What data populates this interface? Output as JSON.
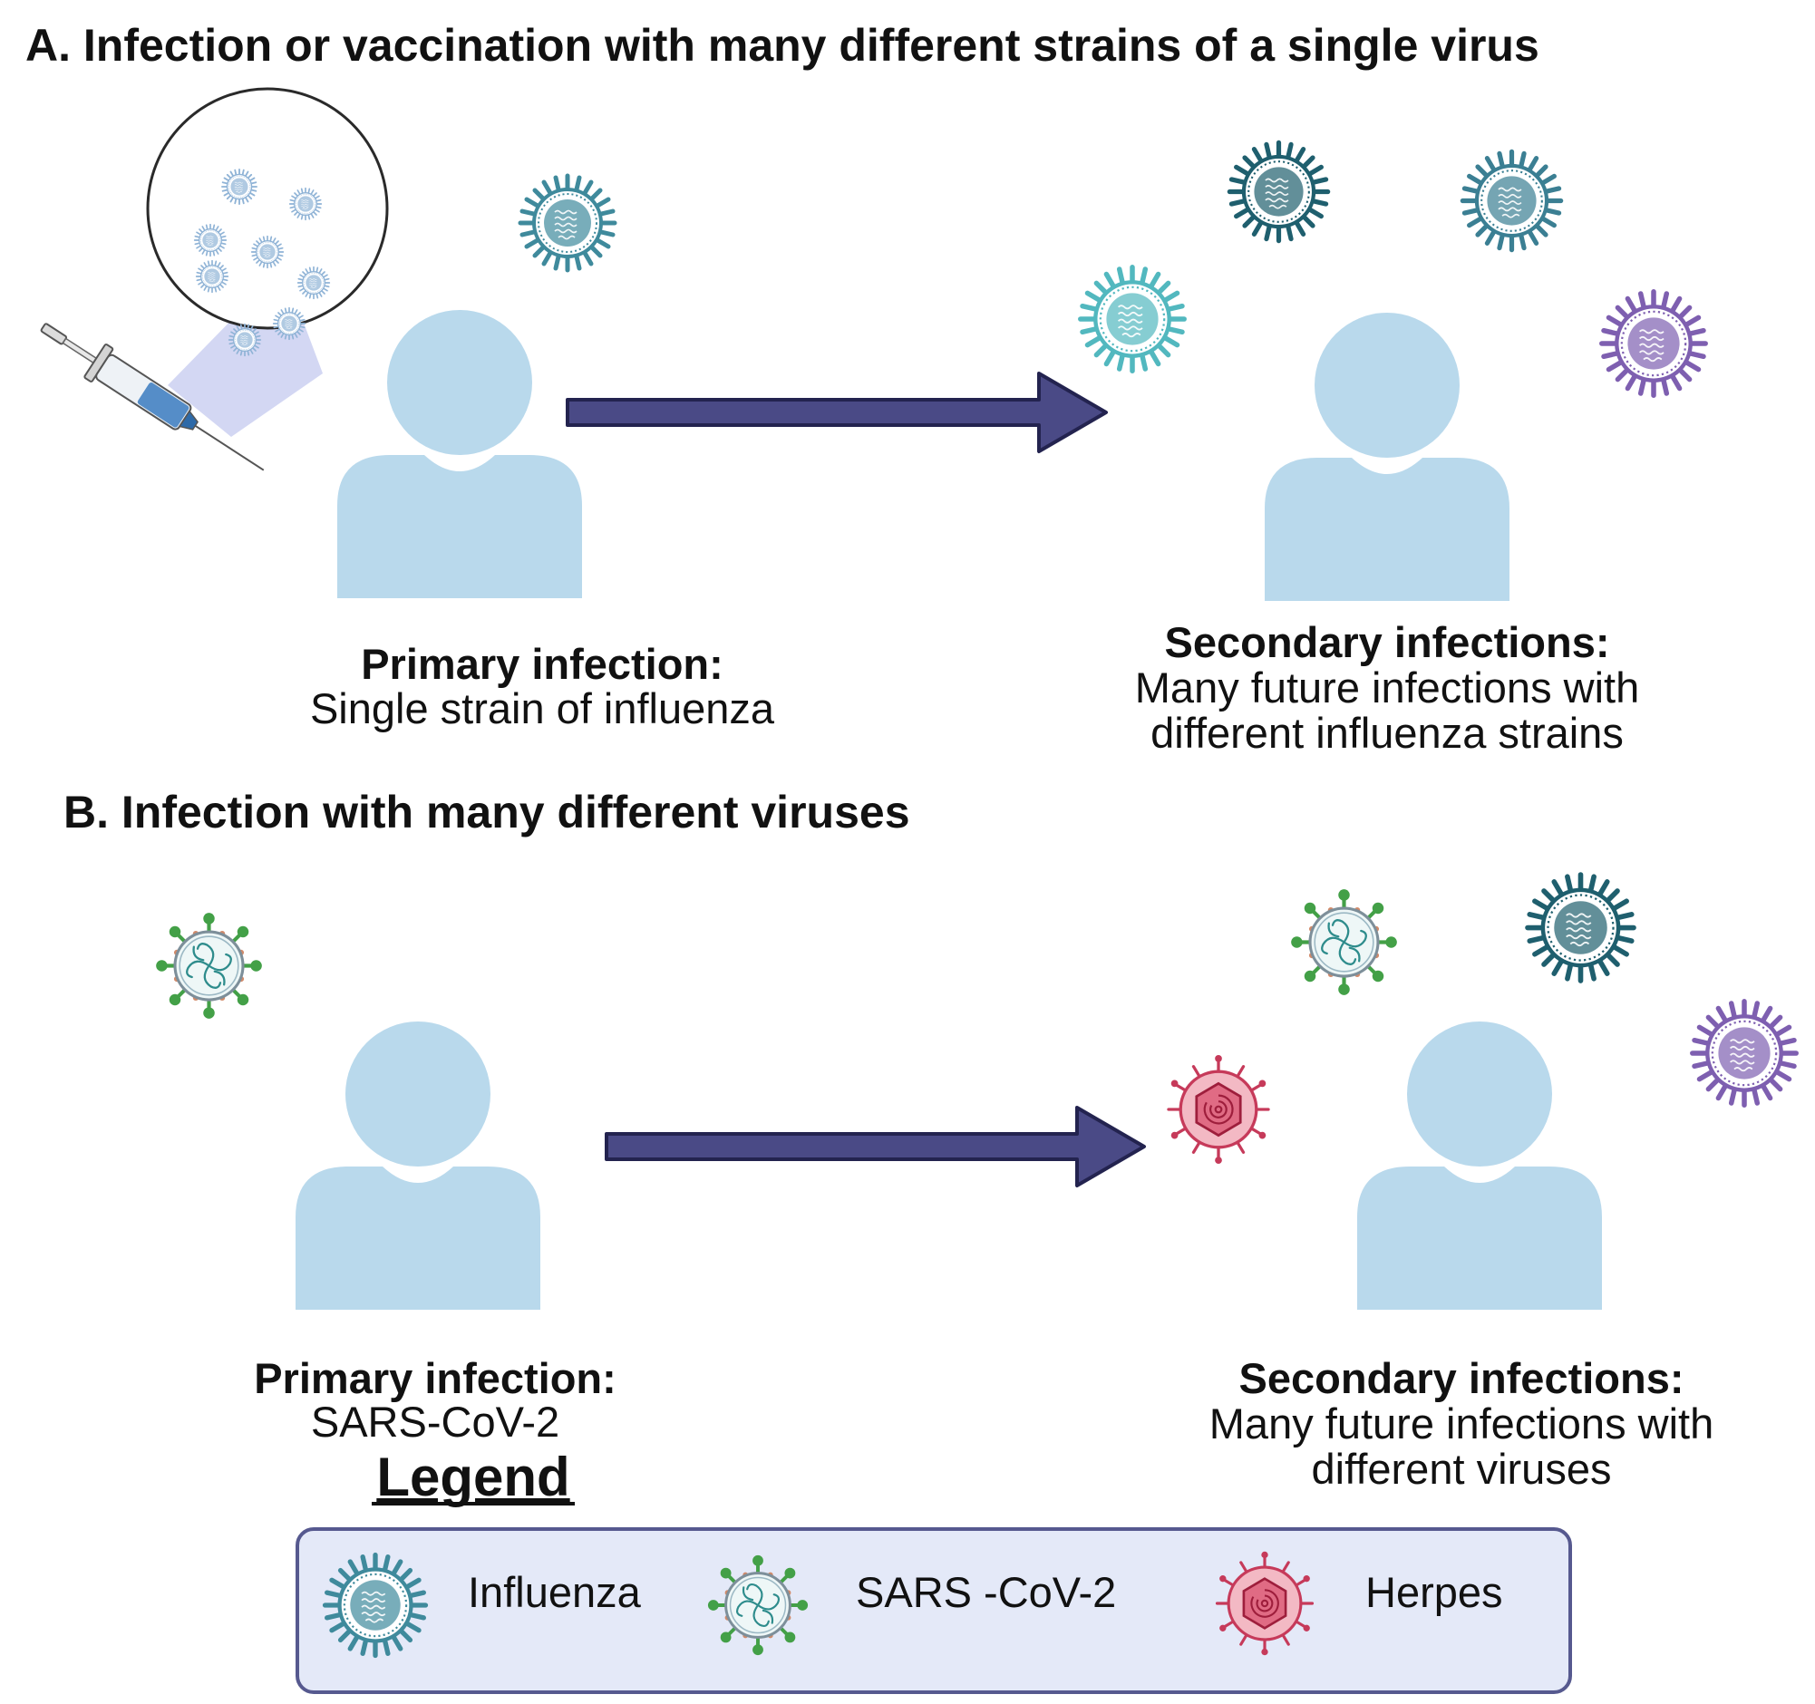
{
  "section_a": {
    "heading": "A. Infection or vaccination with many different strains of a single virus",
    "primary_title": "Primary infection:",
    "primary_desc": "Single strain of influenza",
    "secondary_title": "Secondary infections:",
    "secondary_desc_line1": "Many future infections with",
    "secondary_desc_line2": "different influenza strains"
  },
  "section_b": {
    "heading": "B. Infection with many different viruses",
    "primary_title": "Primary infection:",
    "primary_desc": "SARS-CoV-2",
    "secondary_title": "Secondary infections:",
    "secondary_desc_line1": "Many future infections with",
    "secondary_desc_line2": "different viruses"
  },
  "legend": {
    "title": "Legend",
    "items": [
      {
        "label": "Influenza",
        "icon": "influenza-virus-icon"
      },
      {
        "label": "SARS -CoV-2",
        "icon": "sars-cov-2-virus-icon"
      },
      {
        "label": "Herpes",
        "icon": "herpes-virus-icon"
      }
    ]
  },
  "colors": {
    "person": "#b9d9ec",
    "arrow_fill": "#4a4a86",
    "arrow_stroke": "#23234f",
    "legend_bg": "#e4e9f8",
    "legend_border": "#56598f",
    "influenza_teal": "#3f8a9c",
    "influenza_dark": "#1f5f6e",
    "influenza_cyan": "#52b8bf",
    "influenza_purple": "#7e5fb0",
    "sars_green": "#43a047",
    "herpes_red": "#c63a5a"
  }
}
